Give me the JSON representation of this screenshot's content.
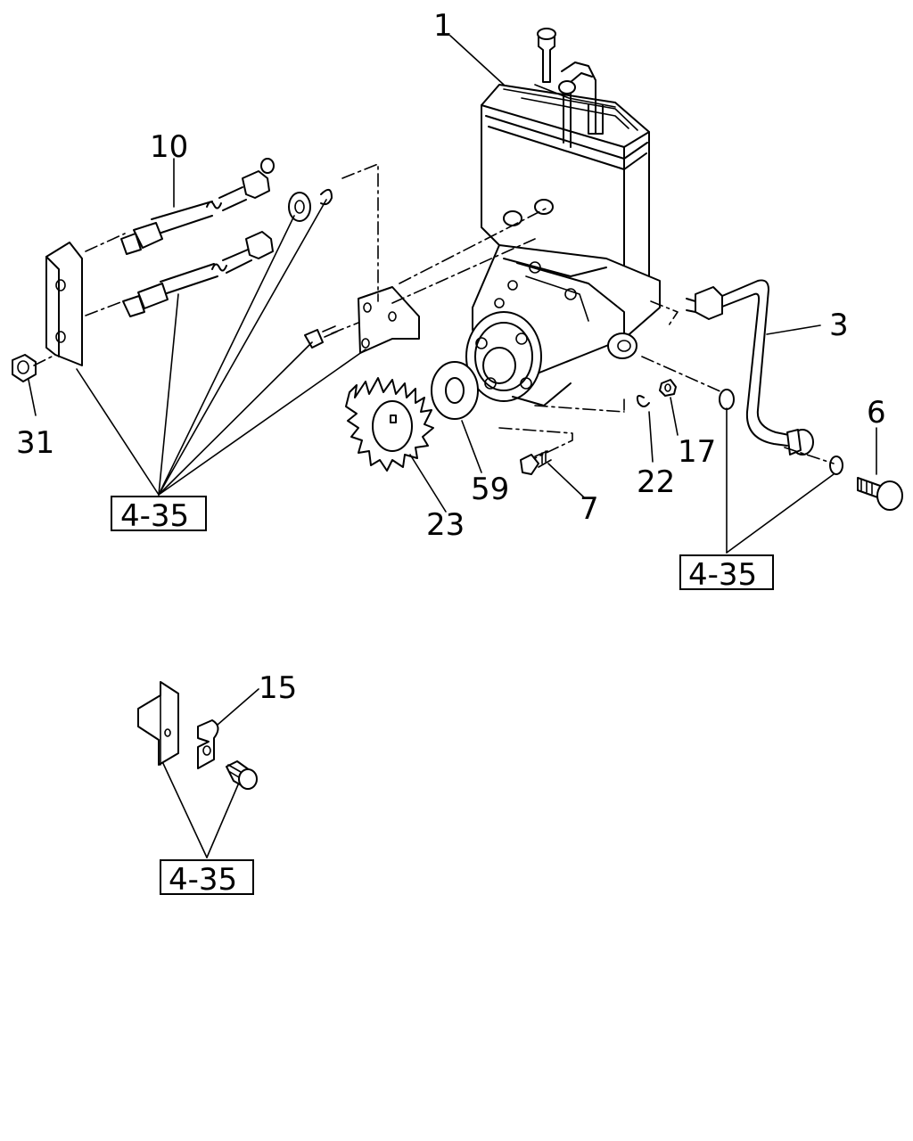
{
  "callouts": {
    "c1": "1",
    "c3": "3",
    "c6": "6",
    "c7": "7",
    "c10": "10",
    "c15": "15",
    "c17": "17",
    "c22": "22",
    "c23": "23",
    "c31": "31",
    "c59": "59"
  },
  "references": {
    "ref_a": "4-35",
    "ref_b": "4-35",
    "ref_c": "4-35"
  }
}
